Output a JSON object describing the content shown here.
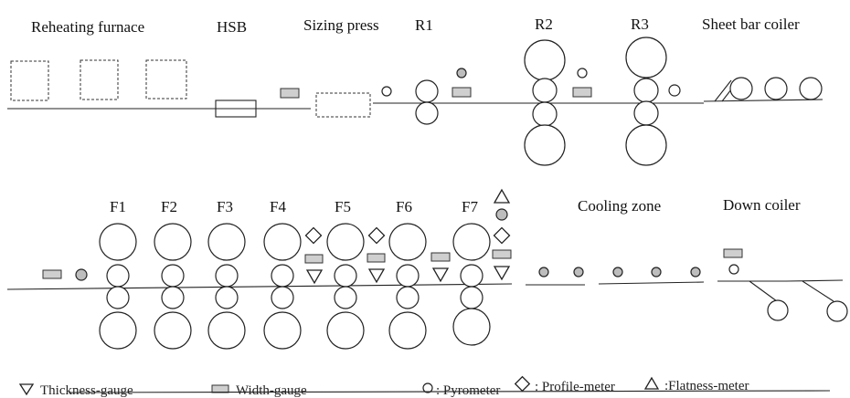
{
  "title": "",
  "labels": {
    "reheating": "Reheating  furnace",
    "hsb": "HSB",
    "sizing": "Sizing press",
    "r1": "R1",
    "r2": "R2",
    "r3": "R3",
    "coiler": "Sheet bar coiler",
    "f1": "F1",
    "f2": "F2",
    "f3": "F3",
    "f4": "F4",
    "f5": "F5",
    "f6": "F6",
    "f7": "F7",
    "cooling": "Cooling zone",
    "down": "Down coiler"
  },
  "legend": {
    "thickness": "Thickness-gauge",
    "width": "Width-gauge",
    "pyrometer": ": Pyrometer",
    "profile": ": Profile-meter",
    "flatness": ":Flatness-meter"
  },
  "icons": {
    "thickness": "inverted-triangle-icon",
    "width": "striped-rectangle-icon",
    "pyrometer": "circle-icon",
    "profile": "diamond-icon",
    "flatness": "triangle-icon"
  }
}
